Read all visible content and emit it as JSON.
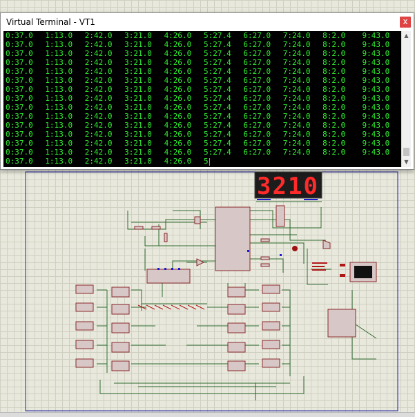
{
  "window": {
    "title": "Virtual Terminal - VT1",
    "close_glyph": "x"
  },
  "terminal": {
    "rows": [
      [
        "0:37.0",
        "1:13.0",
        "2:42.0",
        "3:21.0",
        "4:26.0",
        "5:27.4",
        "6:27.0",
        "7:24.0",
        "8:2.0",
        "9:43.0"
      ],
      [
        "0:37.0",
        "1:13.0",
        "2:42.0",
        "3:21.0",
        "4:26.0",
        "5:27.4",
        "6:27.0",
        "7:24.0",
        "8:2.0",
        "9:43.0"
      ],
      [
        "0:37.0",
        "1:13.0",
        "2:42.0",
        "3:21.0",
        "4:26.0",
        "5:27.4",
        "6:27.0",
        "7:24.0",
        "8:2.0",
        "9:43.0"
      ],
      [
        "0:37.0",
        "1:13.0",
        "2:42.0",
        "3:21.0",
        "4:26.0",
        "5:27.4",
        "6:27.0",
        "7:24.0",
        "8:2.0",
        "9:43.0"
      ],
      [
        "0:37.0",
        "1:13.0",
        "2:42.0",
        "3:21.0",
        "4:26.0",
        "5:27.4",
        "6:27.0",
        "7:24.0",
        "8:2.0",
        "9:43.0"
      ],
      [
        "0:37.0",
        "1:13.0",
        "2:42.0",
        "3:21.0",
        "4:26.0",
        "5:27.4",
        "6:27.0",
        "7:24.0",
        "8:2.0",
        "9:43.0"
      ],
      [
        "0:37.0",
        "1:13.0",
        "2:42.0",
        "3:21.0",
        "4:26.0",
        "5:27.4",
        "6:27.0",
        "7:24.0",
        "8:2.0",
        "9:43.0"
      ],
      [
        "0:37.0",
        "1:13.0",
        "2:42.0",
        "3:21.0",
        "4:26.0",
        "5:27.4",
        "6:27.0",
        "7:24.0",
        "8:2.0",
        "9:43.0"
      ],
      [
        "0:37.0",
        "1:13.0",
        "2:42.0",
        "3:21.0",
        "4:26.0",
        "5:27.4",
        "6:27.0",
        "7:24.0",
        "8:2.0",
        "9:43.0"
      ],
      [
        "0:37.0",
        "1:13.0",
        "2:42.0",
        "3:21.0",
        "4:26.0",
        "5:27.4",
        "6:27.0",
        "7:24.0",
        "8:2.0",
        "9:43.0"
      ],
      [
        "0:37.0",
        "1:13.0",
        "2:42.0",
        "3:21.0",
        "4:26.0",
        "5:27.4",
        "6:27.0",
        "7:24.0",
        "8:2.0",
        "9:43.0"
      ],
      [
        "0:37.0",
        "1:13.0",
        "2:42.0",
        "3:21.0",
        "4:26.0",
        "5:27.4",
        "6:27.0",
        "7:24.0",
        "8:2.0",
        "9:43.0"
      ],
      [
        "0:37.0",
        "1:13.0",
        "2:42.0",
        "3:21.0",
        "4:26.0",
        "5:27.4",
        "6:27.0",
        "7:24.0",
        "8:2.0",
        "9:43.0"
      ],
      [
        "0:37.0",
        "1:13.0",
        "2:42.0",
        "3:21.0",
        "4:26.0",
        "5:27.4",
        "6:27.0",
        "7:24.0",
        "8:2.0",
        "9:43.0"
      ],
      [
        "0:37.0",
        "1:13.0",
        "2:42.0",
        "3:21.0",
        "4:26.0",
        "5"
      ]
    ],
    "text_color": "#2ef02e",
    "background": "#000000"
  },
  "schematic": {
    "seven_segment_display": {
      "digits": "3210",
      "color": "#ff2a2a"
    },
    "colors": {
      "wire": "#2e6b2e",
      "chip_fill": "#d8c7c7",
      "chip_stroke": "#8a2a2a",
      "border": "#2020a0",
      "pin_red": "#b01818",
      "pin_blue": "#1a1ad0"
    }
  }
}
